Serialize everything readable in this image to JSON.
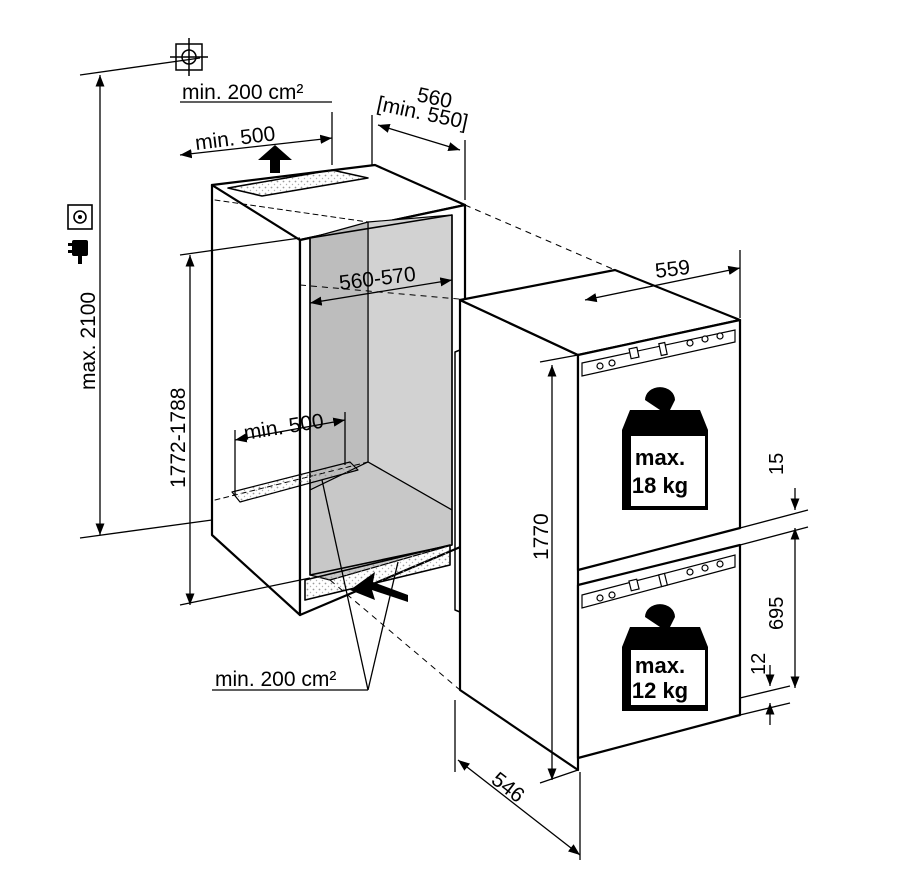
{
  "colors": {
    "line": "#000000",
    "cabinet_interior": "#bdbdbd",
    "cabinet_interior_light": "#d2d2d2",
    "vent_dots": "#9a9a9a",
    "background": "#ffffff"
  },
  "icons": {
    "ventilation": "ventilation-icon",
    "socket": "power-socket-icon",
    "plug": "power-plug-icon",
    "weight_upper": "weight-icon",
    "weight_lower": "weight-icon",
    "control_panel": "control-panel-icon"
  },
  "labels": {
    "vent_top_area": "min. 200 cm²",
    "vent_top_width": "min. 500",
    "depth_top": "560",
    "depth_top_min": "[min. 550]",
    "niche_height_max": "max. 2100",
    "niche_width": "560-570",
    "niche_height": "1772-1788",
    "vent_inner_width": "min. 500",
    "vent_bottom_area": "min. 200 cm²",
    "appliance_width": "559",
    "appliance_height": "1770",
    "appliance_depth": "546",
    "gap_15": "15",
    "drawer_695": "695",
    "gap_12": "12"
  },
  "weights": {
    "upper": {
      "line1": "max.",
      "line2": "18 kg"
    },
    "lower": {
      "line1": "max.",
      "line2": "12 kg"
    }
  }
}
